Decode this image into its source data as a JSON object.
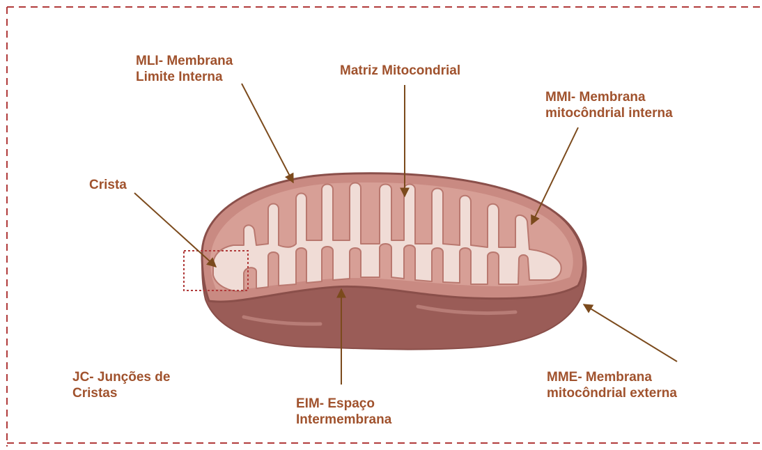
{
  "colors": {
    "label_text": "#a0522d",
    "arrow": "#7b4a1c",
    "frame_border": "#b03a3a",
    "outer_membrane": "#b5706a",
    "outer_membrane_shadow": "#9a5c57",
    "inner_membrane": "#d49a90",
    "matrix": "#f0dcd6",
    "crista_marker": "#b03a3a"
  },
  "labels": {
    "mli": [
      "MLI- Membrana",
      "Limite Interna"
    ],
    "matriz": [
      "Matriz Mitocondrial"
    ],
    "mmi": [
      "MMI- Membrana",
      "mitocôndrial interna"
    ],
    "crista": [
      "Crista"
    ],
    "jc": [
      "JC- Junções de",
      "Cristas"
    ],
    "eim": [
      "EIM- Espaço",
      "Intermembrana"
    ],
    "mme": [
      "MME- Membrana",
      "mitocôndrial externa"
    ]
  }
}
